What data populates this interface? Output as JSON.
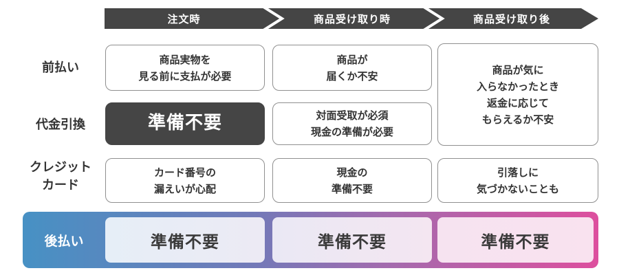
{
  "header": {
    "segments": [
      {
        "label": "注文時"
      },
      {
        "label": "商品受け取り時"
      },
      {
        "label": "商品受け取り後"
      }
    ],
    "bar_color": "#454545",
    "text_color": "#ffffff"
  },
  "rows": [
    {
      "label": "前払い",
      "cells": [
        {
          "text": "商品実物を\n見る前に支払が必要",
          "style": "outline"
        },
        {
          "text": "商品が\n届くか不安",
          "style": "outline"
        },
        {
          "text": "商品が気に\n入らなかったとき\n返金に応じて\nもらえるか不安",
          "style": "outline",
          "rowspan": 2
        }
      ]
    },
    {
      "label": "代金引換",
      "cells": [
        {
          "text": "準備不要",
          "style": "dark"
        },
        {
          "text": "対面受取が必須\n現金の準備が必要",
          "style": "outline"
        }
      ]
    },
    {
      "label": "クレジット\nカード",
      "cells": [
        {
          "text": "カード番号の\n漏えいが心配",
          "style": "outline"
        },
        {
          "text": "現金の\n準備不要",
          "style": "outline"
        },
        {
          "text": "引落しに\n気づかないことも",
          "style": "outline"
        }
      ]
    }
  ],
  "bottom_row": {
    "label": "後払い",
    "cells": [
      {
        "text": "準備不要"
      },
      {
        "text": "準備不要"
      },
      {
        "text": "準備不要"
      }
    ],
    "gradient": [
      "#4791c4",
      "#7279b8",
      "#a36bae",
      "#dd4f9e"
    ],
    "cell_backgrounds": [
      "#e6eef7",
      "#eee9f3",
      "#f8e2ef"
    ]
  },
  "colors": {
    "banner_dark": "#454545",
    "cell_border": "#8f8f8f",
    "text_dark": "#333333",
    "highlight_dark_cell": "#454545",
    "strip_blue": "#4791c4",
    "strip_purple": "#a36bae",
    "strip_pink": "#dd4f9e"
  }
}
